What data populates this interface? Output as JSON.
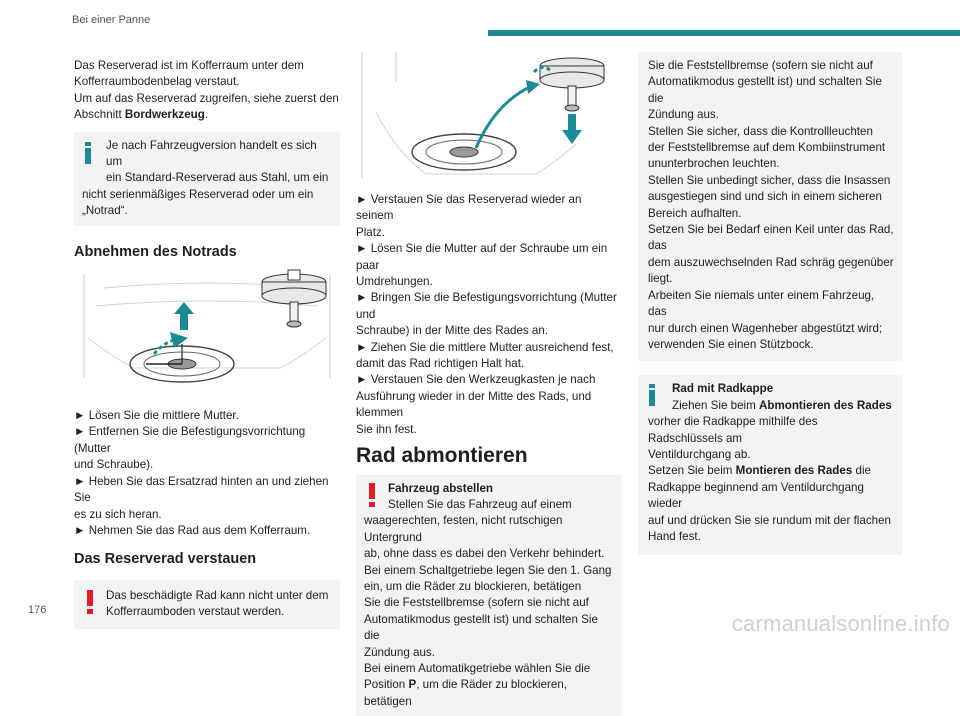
{
  "header": {
    "section": "Bei einer Panne",
    "page_number": "176"
  },
  "accent_color": "#1b8a94",
  "warning_color": "#e11d2a",
  "watermark": "carmanualsonline.info",
  "col1": {
    "intro": [
      "Das Reserverad ist im Kofferraum unter dem",
      "Kofferraumbodenbelag verstaut.",
      "Um auf das Reserverad zugreifen, siehe zuerst den",
      "Abschnitt "
    ],
    "intro_bold": "Bordwerkzeug",
    "intro_end": ".",
    "info_icon": "info-icon",
    "info_lines": [
      "Je nach Fahrzeugversion handelt es sich um",
      "ein Standard-Reserverad aus Stahl, um ein",
      "nicht serienmäßiges Reserverad oder um ein",
      "„Notrad“."
    ],
    "heading1": "Abnehmen des Notrads",
    "steps1": [
      "► Lösen Sie die mittlere Mutter.",
      "► Entfernen Sie die Befestigungsvorrichtung (Mutter",
      "und Schraube).",
      "► Heben Sie das Ersatzrad hinten an und ziehen Sie",
      "es zu sich heran.",
      "► Nehmen Sie das Rad aus dem Kofferraum."
    ],
    "heading2": "Das Reserverad verstauen",
    "warning_icon": "warning-icon",
    "warning_lines": [
      "Das beschädigte Rad kann nicht unter dem",
      "Kofferraumboden verstaut werden."
    ]
  },
  "col2": {
    "steps": [
      "► Verstauen Sie das Reserverad wieder an seinem",
      "Platz.",
      "► Lösen Sie die Mutter auf der Schraube um ein paar",
      "Umdrehungen.",
      "► Bringen Sie die Befestigungsvorrichtung (Mutter und",
      "Schraube) in der Mitte des Rades an.",
      "► Ziehen Sie die mittlere Mutter ausreichend fest,",
      "damit das Rad richtigen Halt hat.",
      "► Verstauen Sie den Werkzeugkasten je nach",
      "Ausführung wieder in der Mitte des Rads, und klemmen",
      "Sie ihn fest."
    ],
    "heading": "Rad abmontieren",
    "warning_title": "Fahrzeug abstellen",
    "warning_lines": [
      "Stellen Sie das Fahrzeug auf einem",
      "waagerechten, festen, nicht rutschigen Untergrund",
      "ab, ohne dass es dabei den Verkehr behindert.",
      "Bei einem Schaltgetriebe legen Sie den 1. Gang",
      "ein, um die Räder zu blockieren, betätigen",
      "Sie die Feststellbremse (sofern sie nicht auf",
      "Automatikmodus gestellt ist) und schalten Sie die",
      "Zündung aus.",
      "Bei einem Automatikgetriebe wählen Sie die"
    ],
    "warning_last_a": "Position ",
    "warning_last_bold": "P",
    "warning_last_b": ", um die Räder zu blockieren, betätigen"
  },
  "col3": {
    "box_lines": [
      "Sie die Feststellbremse (sofern sie nicht auf",
      "Automatikmodus gestellt ist) und schalten Sie die",
      "Zündung aus.",
      "Stellen Sie sicher, dass die Kontrollleuchten",
      "der Feststellbremse auf dem Kombiinstrument",
      "ununterbrochen leuchten.",
      "Stellen Sie unbedingt sicher, dass die Insassen",
      "ausgestiegen sind und sich in einem sicheren",
      "Bereich aufhalten.",
      "Setzen Sie bei Bedarf einen Keil unter das Rad, das",
      "dem auszuwechselnden Rad schräg gegenüber",
      "liegt.",
      "Arbeiten Sie niemals unter einem Fahrzeug, das",
      "nur durch einen Wagenheber abgestützt wird;",
      "verwenden Sie einen Stützbock."
    ],
    "info_title": "Rad mit Radkappe",
    "info_l1a": "Ziehen Sie beim ",
    "info_l1b": "Abmontieren des Rades",
    "info_l2": "vorher die Radkappe mithilfe des Radschlüssels am",
    "info_l3": "Ventildurchgang ab.",
    "info_l4a": "Setzen Sie beim ",
    "info_l4b": "Montieren des Rades",
    "info_l4c": " die",
    "info_l5": "Radkappe beginnend am Ventildurchgang wieder",
    "info_l6": "auf und drücken Sie sie rundum mit der flachen",
    "info_l7": "Hand fest."
  }
}
